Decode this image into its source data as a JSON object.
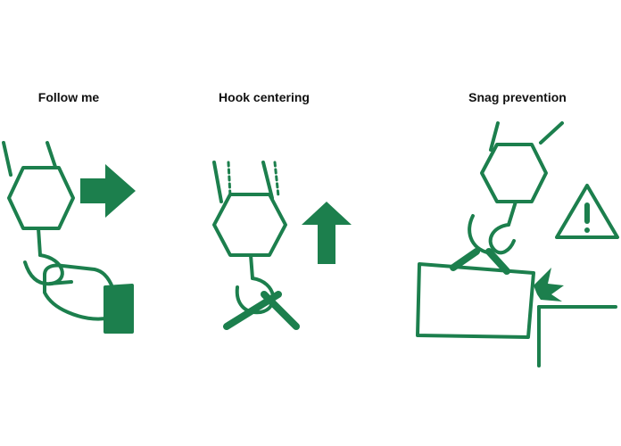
{
  "panels": [
    {
      "id": "follow-me",
      "title": "Follow me"
    },
    {
      "id": "hook-centering",
      "title": "Hook centering"
    },
    {
      "id": "snag-prevention",
      "title": "Snag prevention"
    }
  ],
  "colors": {
    "stroke": "#1c7f4d",
    "fill": "#1c7f4d",
    "background": "#ffffff",
    "text": "#111111"
  },
  "icons": [
    "hook-block-icon",
    "hand-icon",
    "arrow-right-icon",
    "arrow-up-icon",
    "warning-icon",
    "load-box-icon"
  ]
}
